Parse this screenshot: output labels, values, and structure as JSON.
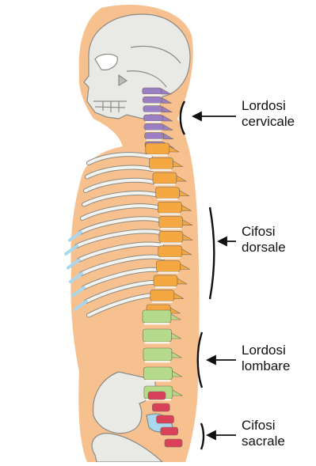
{
  "curves": [
    {
      "line1": "Lordosi",
      "line2": "cervicale",
      "color": "#9b7fc4"
    },
    {
      "line1": "Cifosi",
      "line2": "dorsale",
      "color": "#f5a742"
    },
    {
      "line1": "Lordosi",
      "line2": "lombare",
      "color": "#b5db8a"
    },
    {
      "line1": "Cifosi",
      "line2": "sacrale",
      "color": "#d9415a"
    }
  ],
  "colors": {
    "skin": "#f6c08f",
    "bone": "#e9e9e6",
    "bone_outline": "#8a8a86",
    "cartilage": "#a9d7ee",
    "arrow": "#111111"
  }
}
